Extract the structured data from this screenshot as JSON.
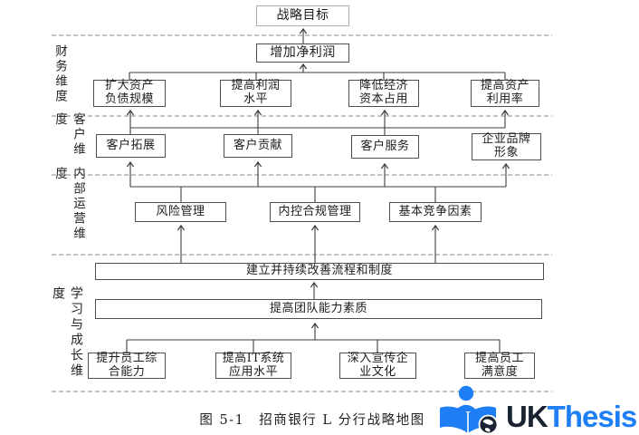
{
  "figure": {
    "caption": "图 5-1　招商银行 L 分行战略地图"
  },
  "perspectives": [
    {
      "label": "财务维度"
    },
    {
      "label": "客户维度"
    },
    {
      "label": "内部运营维度"
    },
    {
      "label": "学习与成长维度"
    }
  ],
  "nodes": {
    "goal": "战略目标",
    "net_profit": "增加净利润",
    "finance": [
      "扩大资产\n负债规模",
      "提高利润\n水平",
      "降低经济\n资本占用",
      "提高资产\n利用率"
    ],
    "customer": [
      "客户拓展",
      "客户贡献",
      "客户服务",
      "企业品牌\n形象"
    ],
    "internal": [
      "风险管理",
      "内控合规管理",
      "基本竞争因素"
    ],
    "process": "建立并持续改善流程和制度",
    "team": "提高团队能力素质",
    "learning": [
      "提升员工综\n合能力",
      "提高IT系统\n应用水平",
      "深入宣传企\n业文化",
      "提高员工\n满意度"
    ]
  },
  "logo": {
    "part1": "UK",
    "part2": "Thesis",
    "icon": "book-reader-globe-icon",
    "color_primary": "#1d7ef5",
    "color_dark": "#1b2433"
  }
}
